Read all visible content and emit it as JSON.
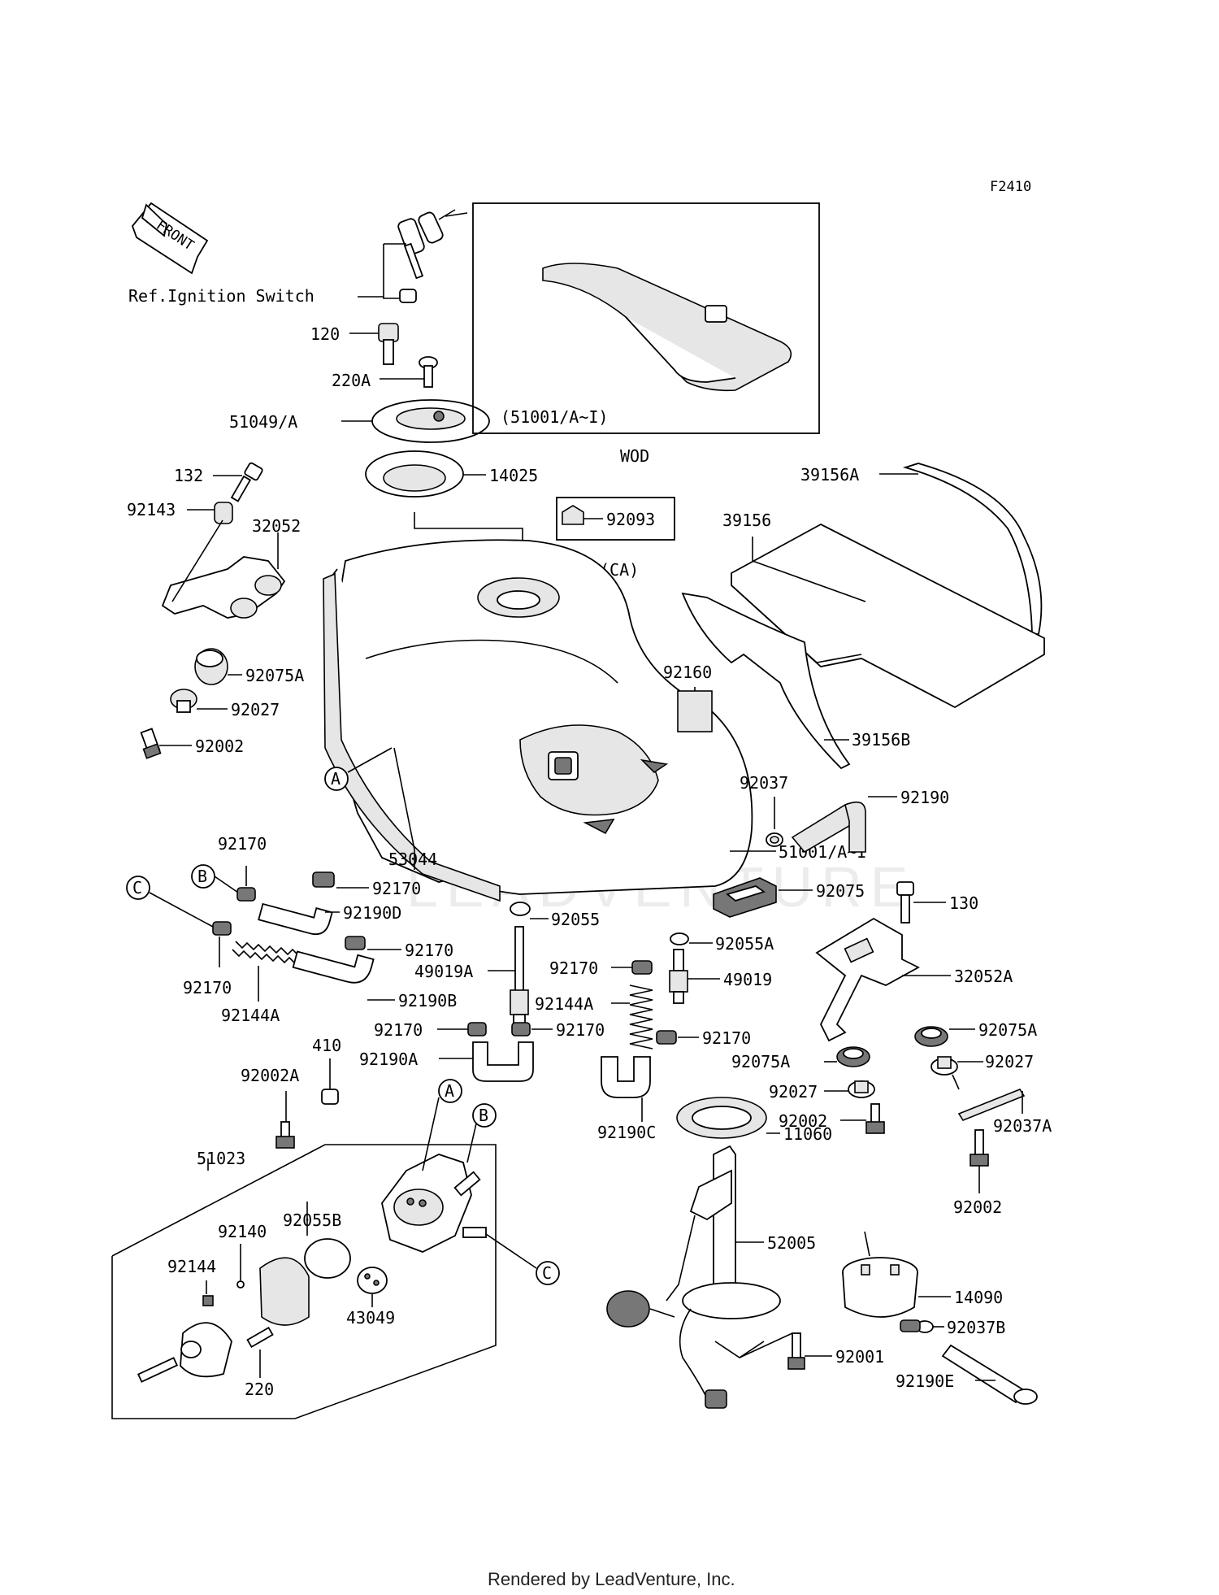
{
  "figure_id": "F2410",
  "front_label": "FRONT",
  "watermark": "LEADVENTURE",
  "footer": "Rendered by LeadVenture, Inc.",
  "inset": {
    "caption": "(51001/A~I)",
    "title": "WOD"
  },
  "ca_box": {
    "part": "92093",
    "caption": "(CA)"
  },
  "callouts": {
    "a": "A",
    "b": "B",
    "c": "C"
  },
  "parts": {
    "ref_ignition": "Ref.Ignition Switch",
    "p120": "120",
    "p220A": "220A",
    "p51049A": "51049/A",
    "p14025": "14025",
    "p132": "132",
    "p92143": "92143",
    "p32052": "32052",
    "p92075A_l": "92075A",
    "p92027_l": "92027",
    "p92002_l": "92002",
    "p39156A": "39156A",
    "p39156": "39156",
    "p92160": "92160",
    "p39156B": "39156B",
    "p92037": "92037",
    "p92190": "92190",
    "p53044": "53044",
    "p51001": "51001/A~I",
    "p92075": "92075",
    "p130": "130",
    "p92170_a": "92170",
    "p92170_b": "92170",
    "p92190D": "92190D",
    "p92055": "92055",
    "p92170_c": "92170",
    "p49019A": "49019A",
    "p92170_d": "92170",
    "p92144A_l": "92144A",
    "p92190B": "92190B",
    "p92055A": "92055A",
    "p92170_e": "92170",
    "p49019": "49019",
    "p32052A": "32052A",
    "p92144A_r": "92144A",
    "p92170_f": "92170",
    "p410": "410",
    "p92170_g": "92170",
    "p92170_h": "92170",
    "p92075A_r1": "92075A",
    "p92002A": "92002A",
    "p92190A": "92190A",
    "p92075A_r2": "92075A",
    "p92027_r1": "92027",
    "p92027_r2": "92027",
    "p92190C": "92190C",
    "p92002_r1": "92002",
    "p92037A": "92037A",
    "p11060": "11060",
    "p51023": "51023",
    "p92055B": "92055B",
    "p92140": "92140",
    "p92002_r2": "92002",
    "p52005": "52005",
    "p92144": "92144",
    "p43049": "43049",
    "p14090": "14090",
    "p92037B": "92037B",
    "p92001": "92001",
    "p220": "220",
    "p92190E": "92190E"
  }
}
